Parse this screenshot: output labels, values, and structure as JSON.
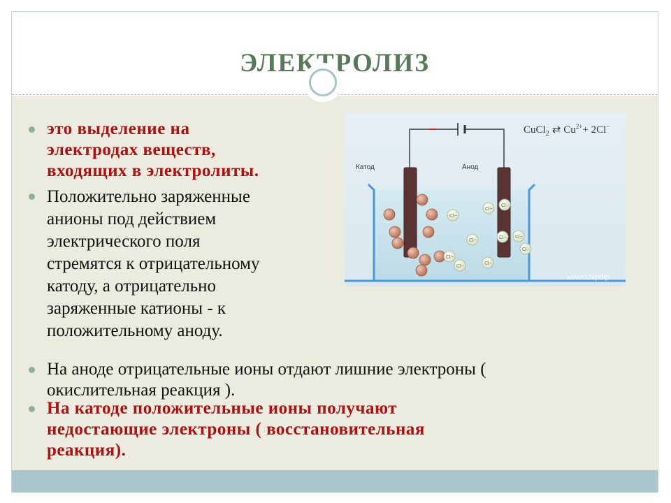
{
  "slide": {
    "title": "ЭЛЕКТРОЛИЗ",
    "bullets": [
      {
        "text_lines": [
          "это выделение на",
          "электродах веществ,",
          "входящих в электролиты."
        ]
      },
      {
        "text_lines": [
          "Положительно заряженные",
          "анионы под действием",
          "электрического поля",
          "стремятся к отрицательному",
          "катоду, а отрицательно",
          "заряженные катионы - к",
          "положительному аноду."
        ]
      },
      {
        "text_lines": [
          "На аноде отрицательные ионы отдают лишние электроны (",
          "окислительная реакция )."
        ]
      },
      {
        "text_lines": [
          "На катоде положительные ионы получают",
          "недостающие электроны ( восстановительная",
          "реакция)."
        ]
      }
    ]
  },
  "diagram": {
    "cathode_label": "Катод",
    "anode_label": "Анод",
    "equation_left": "CuCl",
    "equation_left_sub": "2",
    "equation_arrow": "⇄",
    "equation_right_1": "Cu",
    "equation_right_1_sup": "2+",
    "equation_right_2": "+ 2Cl",
    "equation_right_2_sup": "−",
    "cation_label": "",
    "anion_label": "Cl",
    "anion_sup": "−",
    "watermark": "www.chipdip",
    "colors": {
      "liquid": "#cfe6ee",
      "electrode": "#5a3434",
      "container": "#4a98d6",
      "cation": "#c98b73",
      "anion": "#eef2dc"
    }
  },
  "colors": {
    "title": "#58785a",
    "red_text": "#b01010",
    "content_bg": "#ebebdf",
    "bottom_bar": "#a9c6cd",
    "bullet_dot": "#8fb296"
  }
}
